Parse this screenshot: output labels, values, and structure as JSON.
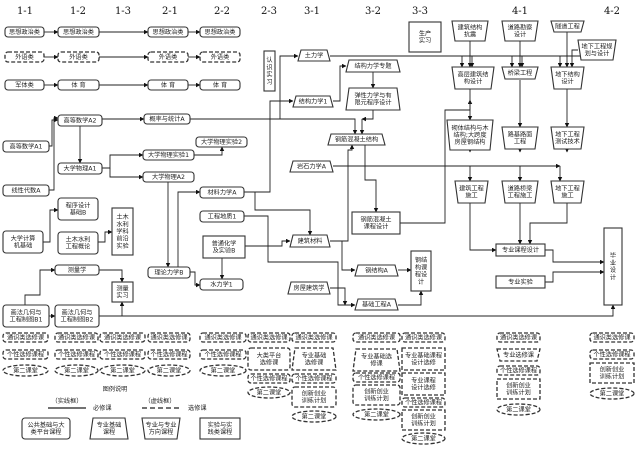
{
  "columns": [
    "1-1",
    "1-2",
    "1-3",
    "2-1",
    "2-2",
    "2-3",
    "3-1",
    "3-2",
    "3-3",
    "4-1",
    "4-2"
  ],
  "courses": {
    "sz1": [
      "思想政治类"
    ],
    "sz2": [
      "思想政治类"
    ],
    "sz3": [
      "思想政治类"
    ],
    "sz4": [
      "思想政治类"
    ],
    "wy1": [
      "外语类"
    ],
    "wy2": [
      "外语类"
    ],
    "wy3": [
      "外语类"
    ],
    "wy4": [
      "外语类"
    ],
    "jt": [
      "军体类"
    ],
    "ty1": [
      "体 育"
    ],
    "ty2": [
      "体 育"
    ],
    "ty3": [
      "体 育"
    ],
    "gs2": [
      "高等数学A2"
    ],
    "gl": [
      "概率与统计A"
    ],
    "gs1": [
      "高等数学A1"
    ],
    "xd": [
      "线性代数A"
    ],
    "wl1": [
      "大学物理A1"
    ],
    "sy1": [
      "大学物理实验1"
    ],
    "sy2": [
      "大学物理实验2"
    ],
    "wl2": [
      "大学物理A2"
    ],
    "cl": [
      "材料力学A"
    ],
    "gd": [
      "工程地质1"
    ],
    "hx": [
      "普通化学",
      "及实验B"
    ],
    "sl": [
      "水力学1"
    ],
    "ll": [
      "理论力学B"
    ],
    "cx": [
      "程序设计",
      "基础B"
    ],
    "gl2": [
      "土木水利",
      "工程概论"
    ],
    "qy": [
      "土木",
      "水利",
      "学科",
      "前沿",
      "实验"
    ],
    "js": [
      "大学计算",
      "机基础"
    ],
    "clx": [
      "测量学"
    ],
    "cs": [
      "测量",
      "实习"
    ],
    "hf1": [
      "画法几何与",
      "工程制图B1"
    ],
    "hf2": [
      "画法几何与",
      "工程制图B2"
    ],
    "rs": [
      "认",
      "识",
      "实",
      "习"
    ],
    "sx": [
      "生产",
      "实习"
    ],
    "tl": [
      "土力学"
    ],
    "jg": [
      "结构力学专题"
    ],
    "tx": [
      "弹性力学与有",
      "限元程序设计"
    ],
    "jg1": [
      "结构力学1"
    ],
    "gj": [
      "钢筋混凝土结构"
    ],
    "ys": [
      "岩石力学A"
    ],
    "gjs": [
      "钢筋混凝土",
      "课程设计"
    ],
    "jc": [
      "建筑材料"
    ],
    "gg": [
      "钢结构A"
    ],
    "ggs": [
      "钢结",
      "构课",
      "程设",
      "计"
    ],
    "fw": [
      "房屋建筑学"
    ],
    "jca": [
      "基础工程A"
    ],
    "kz": [
      "建筑结构",
      "抗震"
    ],
    "dk": [
      "道路勘察",
      "设计"
    ],
    "sd": [
      "隧道工程"
    ],
    "dxgh": [
      "地下工程规",
      "划与设计"
    ],
    "gc": [
      "高层建筑结",
      "构设计"
    ],
    "ql": [
      "桥梁工程"
    ],
    "dxjg": [
      "地下结构",
      "设计"
    ],
    "qt": [
      "砌体结构与木",
      "结构;大跨度",
      "房屋钢结构"
    ],
    "lj": [
      "路基路面",
      "工程"
    ],
    "dxcs": [
      "地下工程",
      "测试技术"
    ],
    "jzsg": [
      "建筑工程",
      "施工"
    ],
    "dlsg": [
      "道路桥梁",
      "工程施工"
    ],
    "dxsg": [
      "地下工程",
      "施工"
    ],
    "zk": [
      "专业课程设计"
    ],
    "zsy": [
      "专业实验"
    ],
    "by": [
      "毕",
      "业",
      "设",
      "计"
    ]
  },
  "electives": [
    [
      [
        "通识类选修课"
      ],
      [
        "个性选修课程"
      ],
      [
        "第二课堂"
      ]
    ],
    [
      [
        "通识类选修课"
      ],
      [
        "个性选修课程"
      ],
      [
        "第二课堂"
      ]
    ],
    [
      [
        "通识类选修课"
      ],
      [
        "个性选修课程"
      ],
      [
        "第二课堂"
      ]
    ],
    [
      [
        "通识类选修课"
      ],
      [
        "个性选修课程"
      ],
      [
        "第二课堂"
      ]
    ],
    [
      [
        "通识类选修课"
      ],
      [
        "个性选修课程"
      ],
      [
        "第二课堂"
      ]
    ],
    [
      [
        "通识类选修课"
      ],
      [
        "大类平台",
        "选修课"
      ],
      [
        "个性选修课程"
      ],
      [
        "第二课堂"
      ]
    ],
    [
      [
        "通识类选修课"
      ],
      [
        "专业基础",
        "选修课"
      ],
      [
        "个性选修课程"
      ],
      [
        "创新创业",
        "训练计划"
      ],
      [
        "第二课堂"
      ]
    ],
    [
      [
        "通识类选修课"
      ],
      [
        "专业基础选",
        "修课"
      ],
      [
        "个性选修课程"
      ],
      [
        "创新创业",
        "训练计划"
      ],
      [
        "第二课堂"
      ]
    ],
    [
      [
        "通识类选修课"
      ],
      [
        "专业基础课程",
        "设计选修"
      ],
      [
        "专业课程",
        "设计选修"
      ],
      [
        "个性选修课程"
      ],
      [
        "创新创业",
        "训练计划"
      ],
      [
        "第二课堂"
      ]
    ],
    [
      [
        "通识类选修课"
      ],
      [
        "专业选修课"
      ],
      [
        "个性选修课程"
      ],
      [
        "创新创业",
        "训练计划"
      ],
      [
        "第二课堂"
      ]
    ],
    [
      [
        "通识类选修课"
      ],
      [
        "个性选修课程"
      ],
      [
        "创新创业",
        "训练计划"
      ],
      [
        "第二课堂"
      ]
    ]
  ],
  "legend": {
    "title": "图例说明",
    "solid_label": "（实线框）",
    "required": "必修课",
    "dashed_label": "（虚线框）",
    "elective": "选修课",
    "boxes": [
      [
        "公共基础与大",
        "类平台课程"
      ],
      [
        "专业基础",
        "课程"
      ],
      [
        "专业与专业",
        "方向课程"
      ],
      [
        "实验与实",
        "践类课程"
      ]
    ]
  }
}
